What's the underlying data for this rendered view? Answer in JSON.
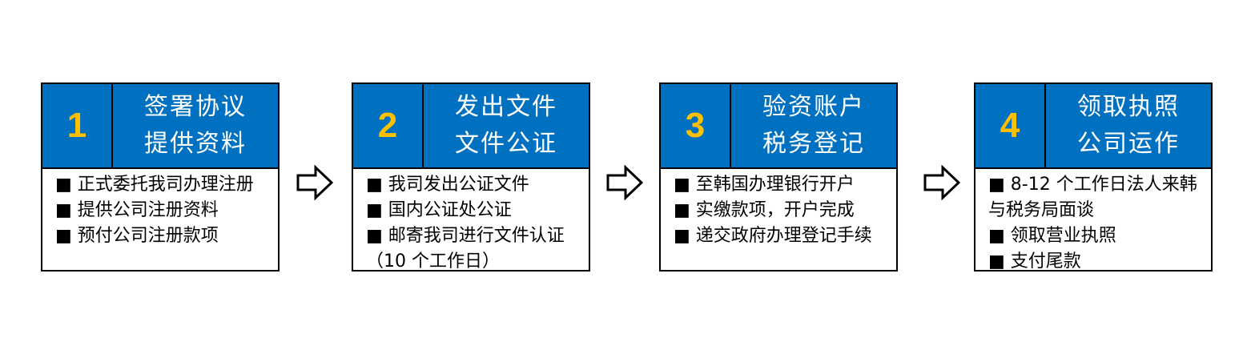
{
  "steps": [
    {
      "number": "1",
      "title": [
        "签署协议",
        "提供资料"
      ],
      "items": [
        "■ 正式委托我司办理注册",
        "■ 提供公司注册资料",
        "■ 预付公司注册款项"
      ]
    },
    {
      "number": "2",
      "title": [
        "发出文件",
        "文件公证"
      ],
      "items": [
        "■ 我司发出公证文件",
        "■ 国内公证处公证",
        "■ 邮寄我司进行文件认证（10 个工作日）"
      ]
    },
    {
      "number": "3",
      "title": [
        "验资账户",
        "税务登记"
      ],
      "items": [
        "■ 至韩国办理银行开户",
        "■ 实缴款项，开户完成",
        "■ 递交政府办理登记手续"
      ]
    },
    {
      "number": "4",
      "title": [
        "领取执照",
        "公司运作"
      ],
      "items": [
        "■ 8-12 个工作日法人来韩与税务局面谈",
        "■ 领取营业执照",
        "■ 支付尾款"
      ]
    }
  ],
  "colors": {
    "header_blue": "#0070c0",
    "number_gold": "#ffc000",
    "border": "#000000"
  },
  "arrow_icon": "hollow-right-arrow-icon"
}
